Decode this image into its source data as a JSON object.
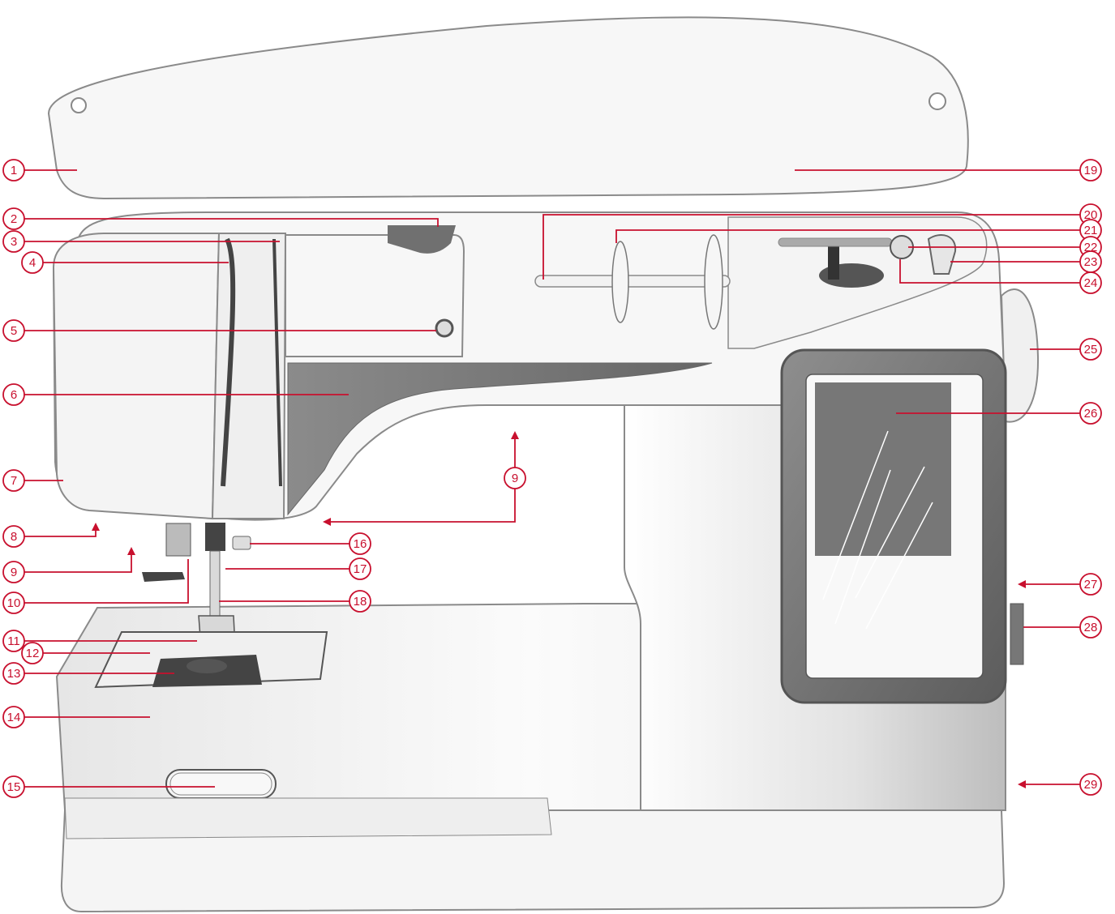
{
  "colors": {
    "accent": "#c8102e",
    "body": "#f3f3f3",
    "outline": "#8a8a8a",
    "screen": "#707070",
    "screen_frame": "#555555",
    "dark_panel": "#7a7a7a"
  },
  "callouts": [
    {
      "n": "1"
    },
    {
      "n": "2"
    },
    {
      "n": "3"
    },
    {
      "n": "4"
    },
    {
      "n": "5"
    },
    {
      "n": "6"
    },
    {
      "n": "7"
    },
    {
      "n": "8"
    },
    {
      "n": "9"
    },
    {
      "n": "10"
    },
    {
      "n": "11"
    },
    {
      "n": "12"
    },
    {
      "n": "13"
    },
    {
      "n": "14"
    },
    {
      "n": "15"
    },
    {
      "n": "16"
    },
    {
      "n": "17"
    },
    {
      "n": "18"
    },
    {
      "n": "19"
    },
    {
      "n": "20"
    },
    {
      "n": "21"
    },
    {
      "n": "22"
    },
    {
      "n": "23"
    },
    {
      "n": "24"
    },
    {
      "n": "25"
    },
    {
      "n": "26"
    },
    {
      "n": "27"
    },
    {
      "n": "28"
    },
    {
      "n": "29"
    },
    {
      "n": "9"
    }
  ]
}
